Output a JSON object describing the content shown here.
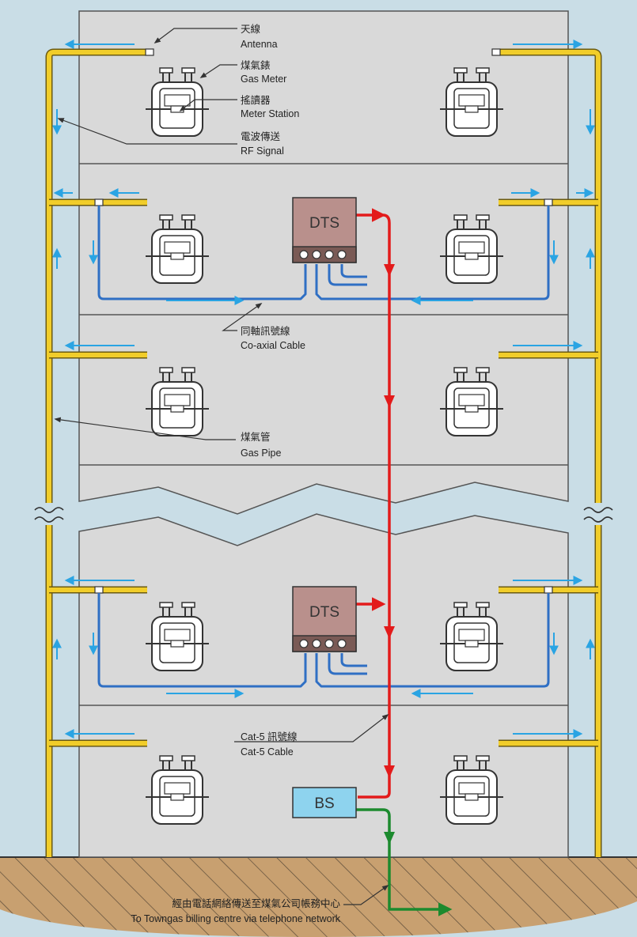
{
  "labels": {
    "antenna_zh": "天線",
    "antenna_en": "Antenna",
    "gas_meter_zh": "煤氣錶",
    "gas_meter_en": "Gas Meter",
    "meter_station_zh": "搖讀器",
    "meter_station_en": "Meter Station",
    "rf_zh": "電波傳送",
    "rf_en": "RF Signal",
    "coax_zh": "同軸訊號線",
    "coax_en": "Co-axial Cable",
    "pipe_zh": "煤氣管",
    "pipe_en": "Gas Pipe",
    "cat5_zh": "Cat-5 訊號線",
    "cat5_en": "Cat-5 Cable",
    "billing_zh": "經由電話網絡傳送至煤氣公司帳務中心",
    "billing_en": "To Towngas billing centre via telephone network"
  },
  "devices": {
    "dts_upper": "DTS",
    "dts_lower": "DTS",
    "bs": "BS"
  },
  "colors": {
    "background": "#c9dde6",
    "building": "#d9d9d9",
    "gas_pipe": "#f1cd2a",
    "coaxial_cable": "#2f6fc4",
    "rf_signal_arrow": "#2aa4e3",
    "cat5_cable": "#e31b1b",
    "telephone_line": "#1c8a2e",
    "dts_box": "#b9908c",
    "bs_box": "#8ed3ee",
    "ground": "#c8a070"
  }
}
